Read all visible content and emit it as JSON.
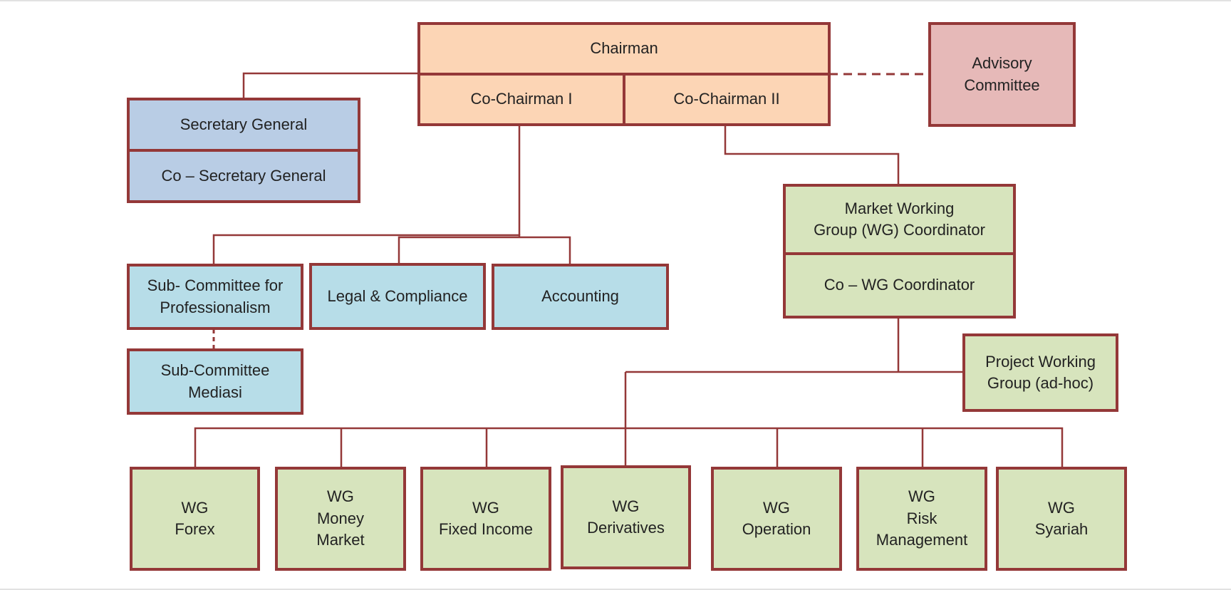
{
  "colors": {
    "border": "#943838",
    "leadership": "#fcd5b5",
    "advisory": "#e6b9b8",
    "secretariat": "#b9cde5",
    "committees": "#b7dde8",
    "working_groups": "#d7e4bd"
  },
  "chairman": {
    "title": "Chairman",
    "co_chairman_1": "Co-Chairman I",
    "co_chairman_2": "Co-Chairman II"
  },
  "advisory": {
    "title": "Advisory\nCommittee"
  },
  "secretariat": {
    "title": "Secretary General",
    "co_title": "Co – Secretary General"
  },
  "committees": {
    "professionalism": "Sub- Committee for\nProfessionalism",
    "legal": "Legal & Compliance",
    "accounting": "Accounting",
    "mediation": "Sub-Committee\nMediasi"
  },
  "market_wg": {
    "title": "Market Working\nGroup (WG) Coordinator",
    "co_title": "Co – WG Coordinator"
  },
  "project_wg": {
    "title": "Project Working\nGroup (ad-hoc)"
  },
  "working_groups": [
    {
      "label": "WG\nForex"
    },
    {
      "label": "WG\nMoney\nMarket"
    },
    {
      "label": "WG\nFixed Income"
    },
    {
      "label": "WG\nDerivatives"
    },
    {
      "label": "WG\nOperation"
    },
    {
      "label": "WG\nRisk\nManagement"
    },
    {
      "label": "WG\nSyariah"
    }
  ]
}
